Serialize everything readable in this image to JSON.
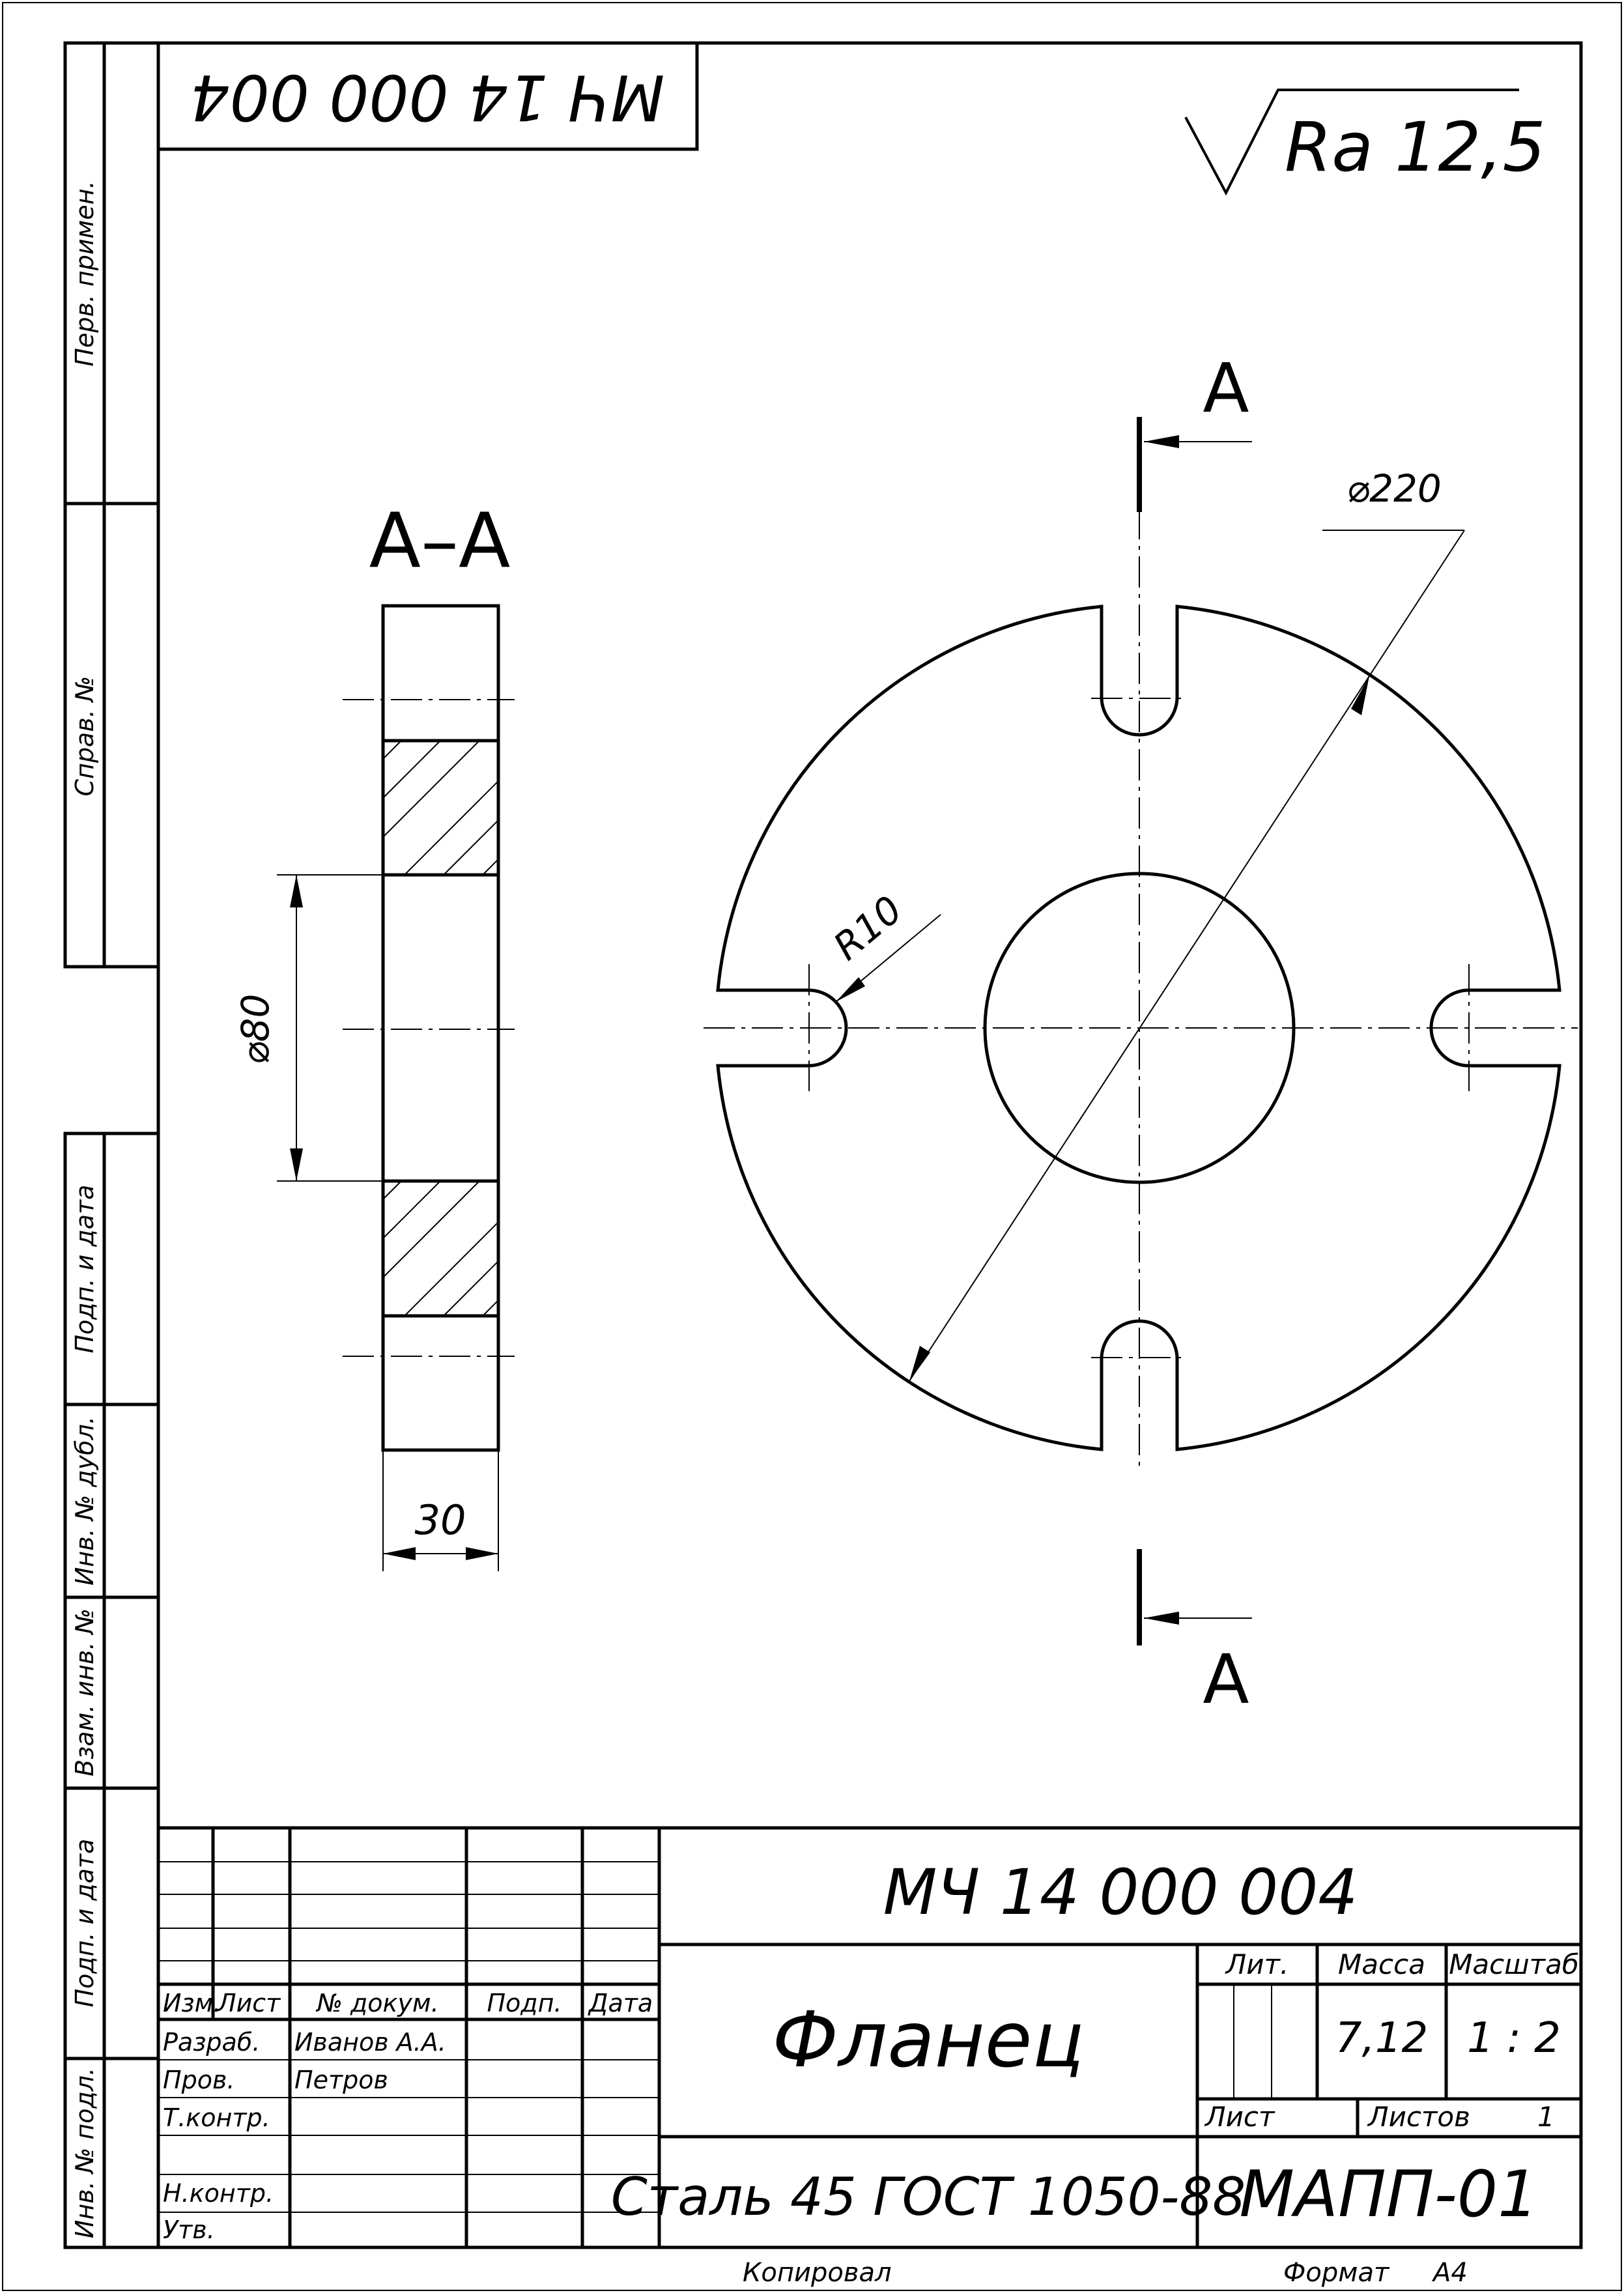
{
  "drawing_code_stamp": "МЧ 14 000 004",
  "roughness": "Ra 12,5",
  "section": {
    "title": "А–А",
    "dim_bore": "⌀80",
    "dim_thickness": "30"
  },
  "front_view": {
    "dim_outer": "⌀220",
    "dim_radius": "R10",
    "cut_mark_top": "А",
    "cut_mark_bottom": "А"
  },
  "side_column": {
    "perv_primen": "Перв. примен.",
    "sprav_no": "Справ. №",
    "podp_i_data_1": "Подп. и дата",
    "inv_no_dubl": "Инв. № дубл.",
    "vzam_inv_no": "Взам. инв. №",
    "podp_i_data_2": "Подп. и дата",
    "inv_no_podl": "Инв. № подл."
  },
  "title_block": {
    "designation": "МЧ 14 000 004",
    "name": "Фланец",
    "material": "Сталь 45  ГОСТ 1050-88",
    "organization": "МАПП-01",
    "headers": {
      "izm": "Изм.",
      "list": "Лист",
      "doc_no": "№ докум.",
      "podp": "Подп.",
      "data": "Дата",
      "lit": "Лит.",
      "massa": "Масса",
      "masshtab": "Масштаб",
      "sheet": "Лист",
      "sheets": "Листов"
    },
    "mass": "7,12",
    "scale": "1 : 2",
    "sheets_count": "1",
    "roles": {
      "razrab": "Разраб.",
      "prov": "Пров.",
      "tkontr": "Т.контр.",
      "nkontr": "Н.контр.",
      "utv": "Утв."
    },
    "people": {
      "razrab": "Иванов А.А.",
      "prov": "Петров"
    }
  },
  "footer": {
    "copied": "Копировал",
    "format_label": "Формат",
    "format_value": "А4"
  }
}
